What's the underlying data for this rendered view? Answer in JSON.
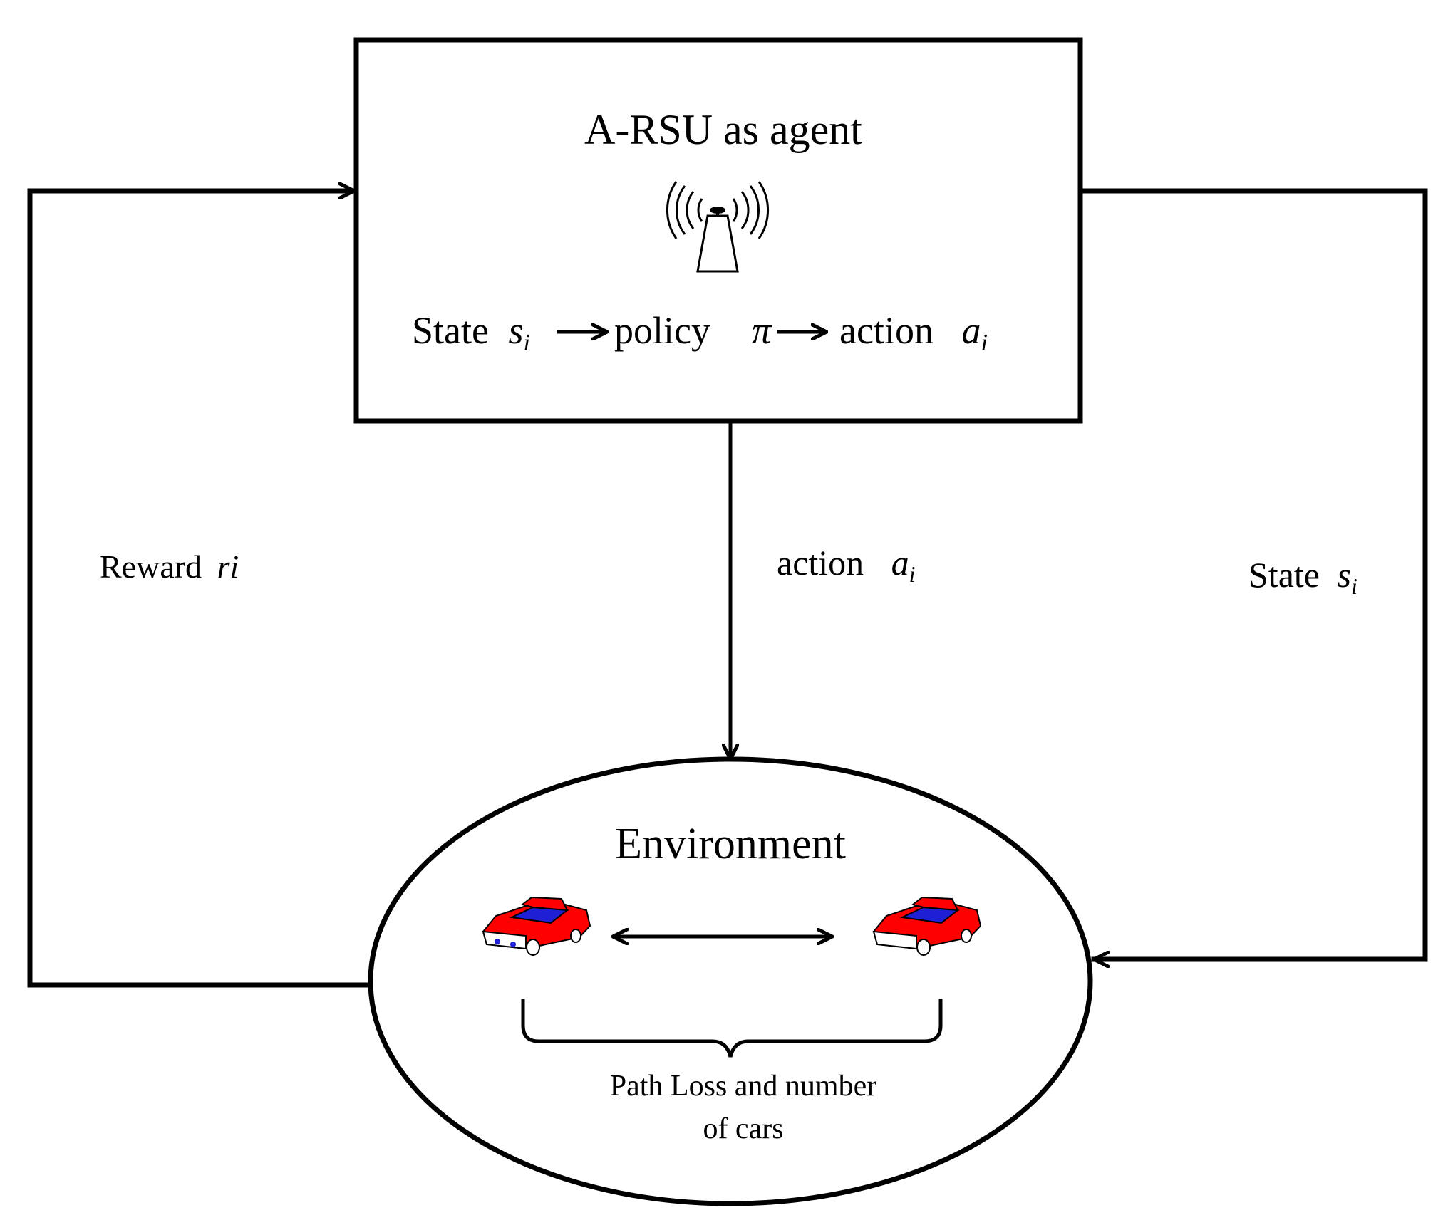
{
  "agent": {
    "title": "A-RSU as agent",
    "state_word": "State",
    "state_var": "s",
    "state_sub": "i",
    "policy_word": "policy",
    "policy_var": "π",
    "action_word": "action",
    "action_var": "a",
    "action_sub": "i",
    "icon": "antenna-tower-icon"
  },
  "arrows": {
    "reward_word": "Reward",
    "reward_var": "ri",
    "action_word": "action",
    "action_var": "a",
    "action_sub": "i",
    "state_word": "State",
    "state_var": "s",
    "state_sub": "i"
  },
  "environment": {
    "title": "Environment",
    "caption_line1": "Path Loss and number",
    "caption_line2": "of cars",
    "icons": [
      "car-icon",
      "car-icon",
      "double-arrow-icon",
      "curly-brace-icon"
    ],
    "colors": {
      "car_body": "#ff0000",
      "car_window": "#1f1fd6",
      "car_light": "#ffffff"
    }
  }
}
